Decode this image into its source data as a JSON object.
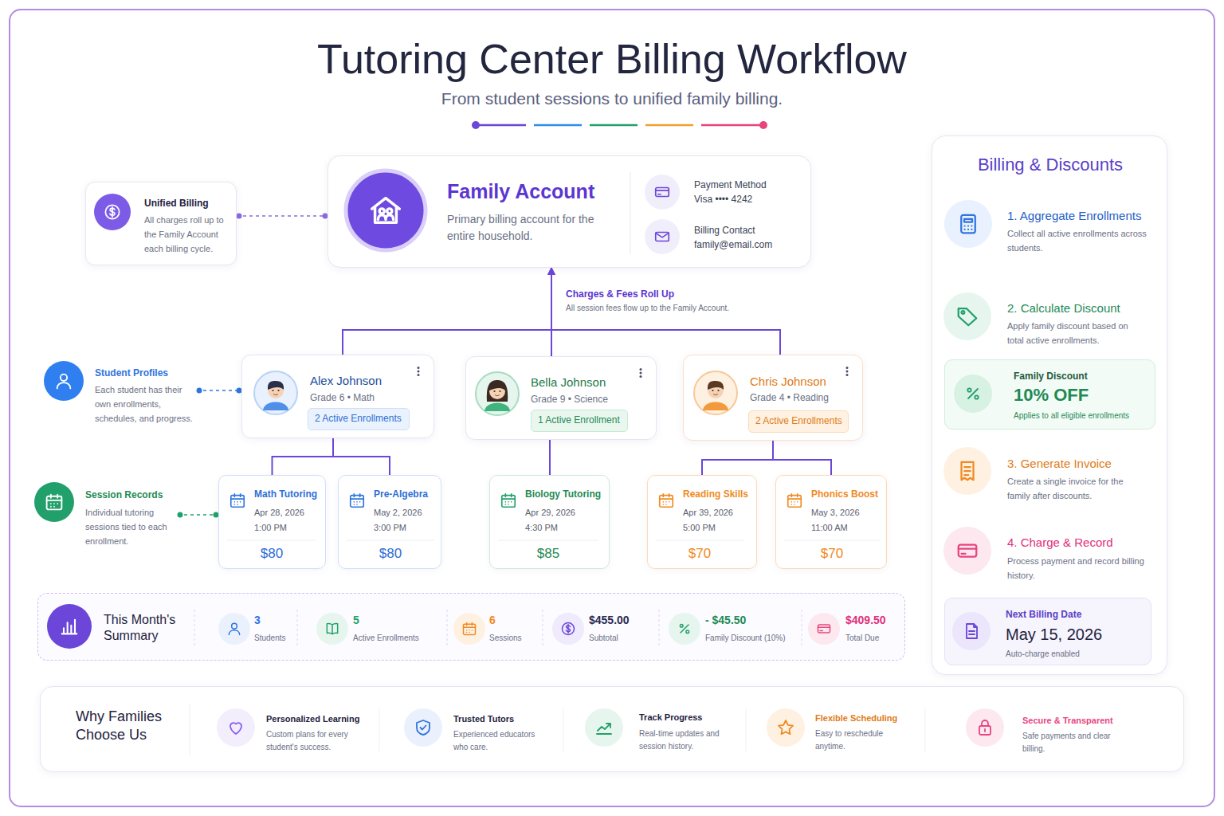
{
  "diagram": {
    "title": "Tutoring Center Billing Workflow",
    "caption": "From student sessions to unified family billing.",
    "nodes": [
      {
        "text": [
          "Unified Billing",
          "All charges roll up to the Family Account each billing cycle."
        ]
      },
      {
        "text": [
          "Family Account",
          "Primary billing account for the entire household.",
          "Payment Method",
          "Visa •••• 4242",
          "Billing Contact",
          "family@email.com"
        ]
      },
      {
        "text": [
          "Student Profiles",
          "Each student has their own enrollments, schedules, and progress."
        ]
      },
      {
        "text": [
          "Alex Johnson",
          "Grade 6 • Math"
        ]
      },
      {
        "text": [
          "2 Active Enrollments"
        ],
        "in": 3
      },
      {
        "text": [
          "Bella Johnson",
          "Grade 9 • Science"
        ]
      },
      {
        "text": [
          "1 Active Enrollment"
        ],
        "in": 5
      },
      {
        "text": [
          "Chris Johnson",
          "Grade 4 • Reading"
        ]
      },
      {
        "text": [
          "2 Active Enrollments"
        ],
        "in": 7
      },
      {
        "text": [
          "Session Records",
          "Individual tutoring sessions tied to each enrollment."
        ]
      },
      {
        "text": [
          "Math Tutoring",
          "Apr 28, 2026",
          "1:00 PM",
          "$80"
        ]
      },
      {
        "text": [
          "Pre-Algebra",
          "May 2, 2026",
          "3:00 PM",
          "$80"
        ]
      },
      {
        "text": [
          "Biology Tutoring",
          "Apr 29, 2026",
          "4:30 PM",
          "$85"
        ]
      },
      {
        "text": [
          "Reading Skills",
          "Apr 39, 2026",
          "5:00 PM",
          "$70"
        ]
      },
      {
        "text": [
          "Phonics Boost",
          "May 3, 2026",
          "11:00 AM",
          "$70"
        ]
      },
      {
        "text": [
          "This Month's Summary",
          "3",
          "Students",
          "5",
          "Active Enrollments",
          "6",
          "Sessions",
          "$455.00",
          "Subtotal",
          "- $45.50",
          "Family Discount (10%)",
          "$409.50",
          "Total Due"
        ]
      },
      {
        "text": [
          "Billing & Discounts"
        ]
      },
      {
        "text": [
          "1. Aggregate Enrollments",
          "Collect all active enrollments across students."
        ],
        "in": 16
      },
      {
        "text": [
          "2. Calculate Discount",
          "Apply family discount based on total active enrollments."
        ],
        "in": 16
      },
      {
        "text": [
          "Family Discount",
          "10% OFF",
          "Applies to all eligible enrollments"
        ],
        "in": 16
      },
      {
        "text": [
          "3. Generate Invoice",
          "Create a single invoice for the family after discounts."
        ],
        "in": 16
      },
      {
        "text": [
          "4. Charge & Record",
          "Process payment and record billing history."
        ],
        "in": 16
      },
      {
        "text": [
          "Next Billing Date",
          "May 15, 2026",
          "Auto-charge enabled"
        ],
        "in": 16
      },
      {
        "text": [
          "Why Families Choose Us",
          "Personalized Learning",
          "Custom plans for every student's success.",
          "Trusted Tutors",
          "Experienced educators who care.",
          "Track Progress",
          "Real-time updates and session history.",
          "Flexible Scheduling",
          "Easy to reschedule anytime.",
          "Secure & Transparent",
          "Safe payments and clear billing."
        ]
      }
    ],
    "edges": [
      {
        "from": 0,
        "to": 1,
        "arrow": "none"
      },
      {
        "from": 3,
        "to": 1,
        "arrow": "to"
      },
      {
        "from": 5,
        "to": 1,
        "arrow": "to",
        "label": "Charges & Fees Roll Up"
      },
      {
        "from": 7,
        "to": 1,
        "arrow": "to"
      },
      {
        "from": 2,
        "to": 3,
        "arrow": "none"
      },
      {
        "from": 3,
        "to": 10,
        "arrow": "none"
      },
      {
        "from": 3,
        "to": 11,
        "arrow": "none"
      },
      {
        "from": 5,
        "to": 12,
        "arrow": "none"
      },
      {
        "from": 7,
        "to": 13,
        "arrow": "none"
      },
      {
        "from": 7,
        "to": 14,
        "arrow": "none"
      },
      {
        "from": 9,
        "to": 10,
        "arrow": "none"
      },
      {
        "from": 17,
        "to": 18,
        "arrow": "to"
      },
      {
        "from": 19,
        "to": 20,
        "arrow": "to"
      },
      {
        "from": 20,
        "to": 21,
        "arrow": "to"
      }
    ],
    "labels": [
      "All session fees flow up to the Family Account."
    ]
  }
}
